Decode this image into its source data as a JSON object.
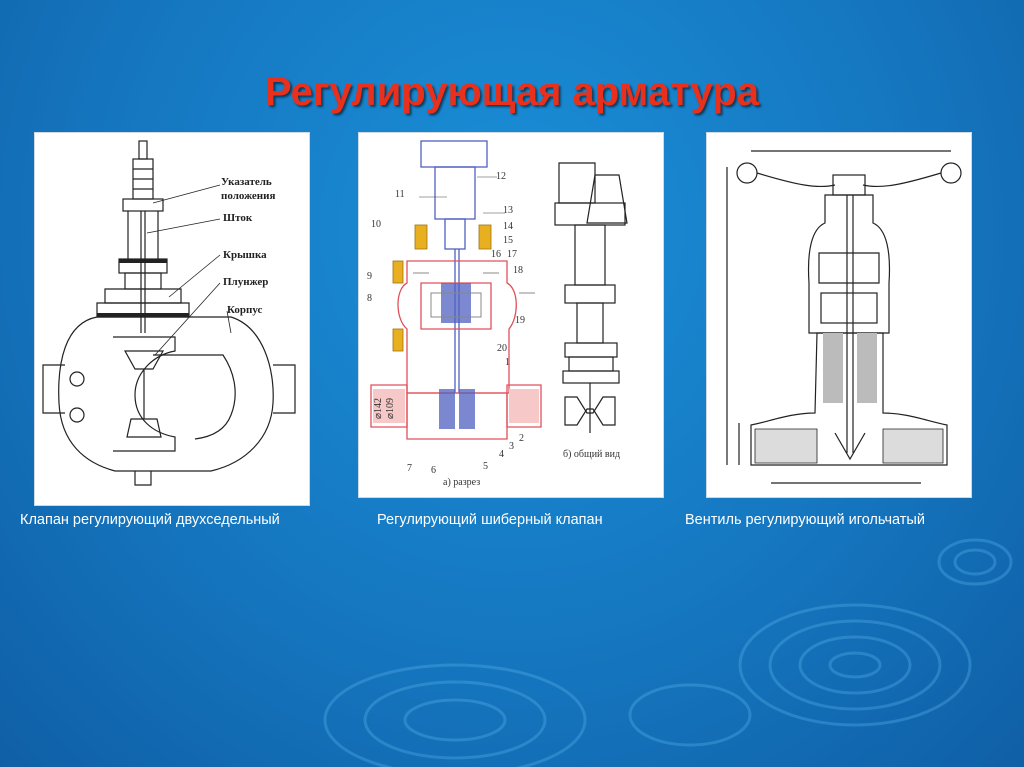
{
  "slide": {
    "title": "Регулирующая арматура"
  },
  "figures": [
    {
      "caption": "Клапан регулирующий двухседельный",
      "labels": [
        "Указатель",
        "положения",
        "Шток",
        "Крышка",
        "Плунжер",
        "Корпус"
      ]
    },
    {
      "caption": "Регулирующий шиберный клапан",
      "numbers": [
        "12",
        "11",
        "13",
        "14",
        "15",
        "10",
        "16",
        "17",
        "18",
        "9",
        "8",
        "19",
        "20",
        "1",
        "2",
        "3",
        "4",
        "7",
        "6",
        "5"
      ],
      "dims": [
        "⌀142",
        "⌀109"
      ],
      "sub_labels": [
        "а) разрез",
        "б) общий вид"
      ]
    },
    {
      "caption": "Вентиль регулирующий игольчатый"
    }
  ],
  "colors": {
    "title": "#e8301c",
    "background": "#1577c0",
    "drawing_red": "#e0505a",
    "drawing_blue": "#5060c0",
    "drawing_yellow": "#e8b020"
  }
}
